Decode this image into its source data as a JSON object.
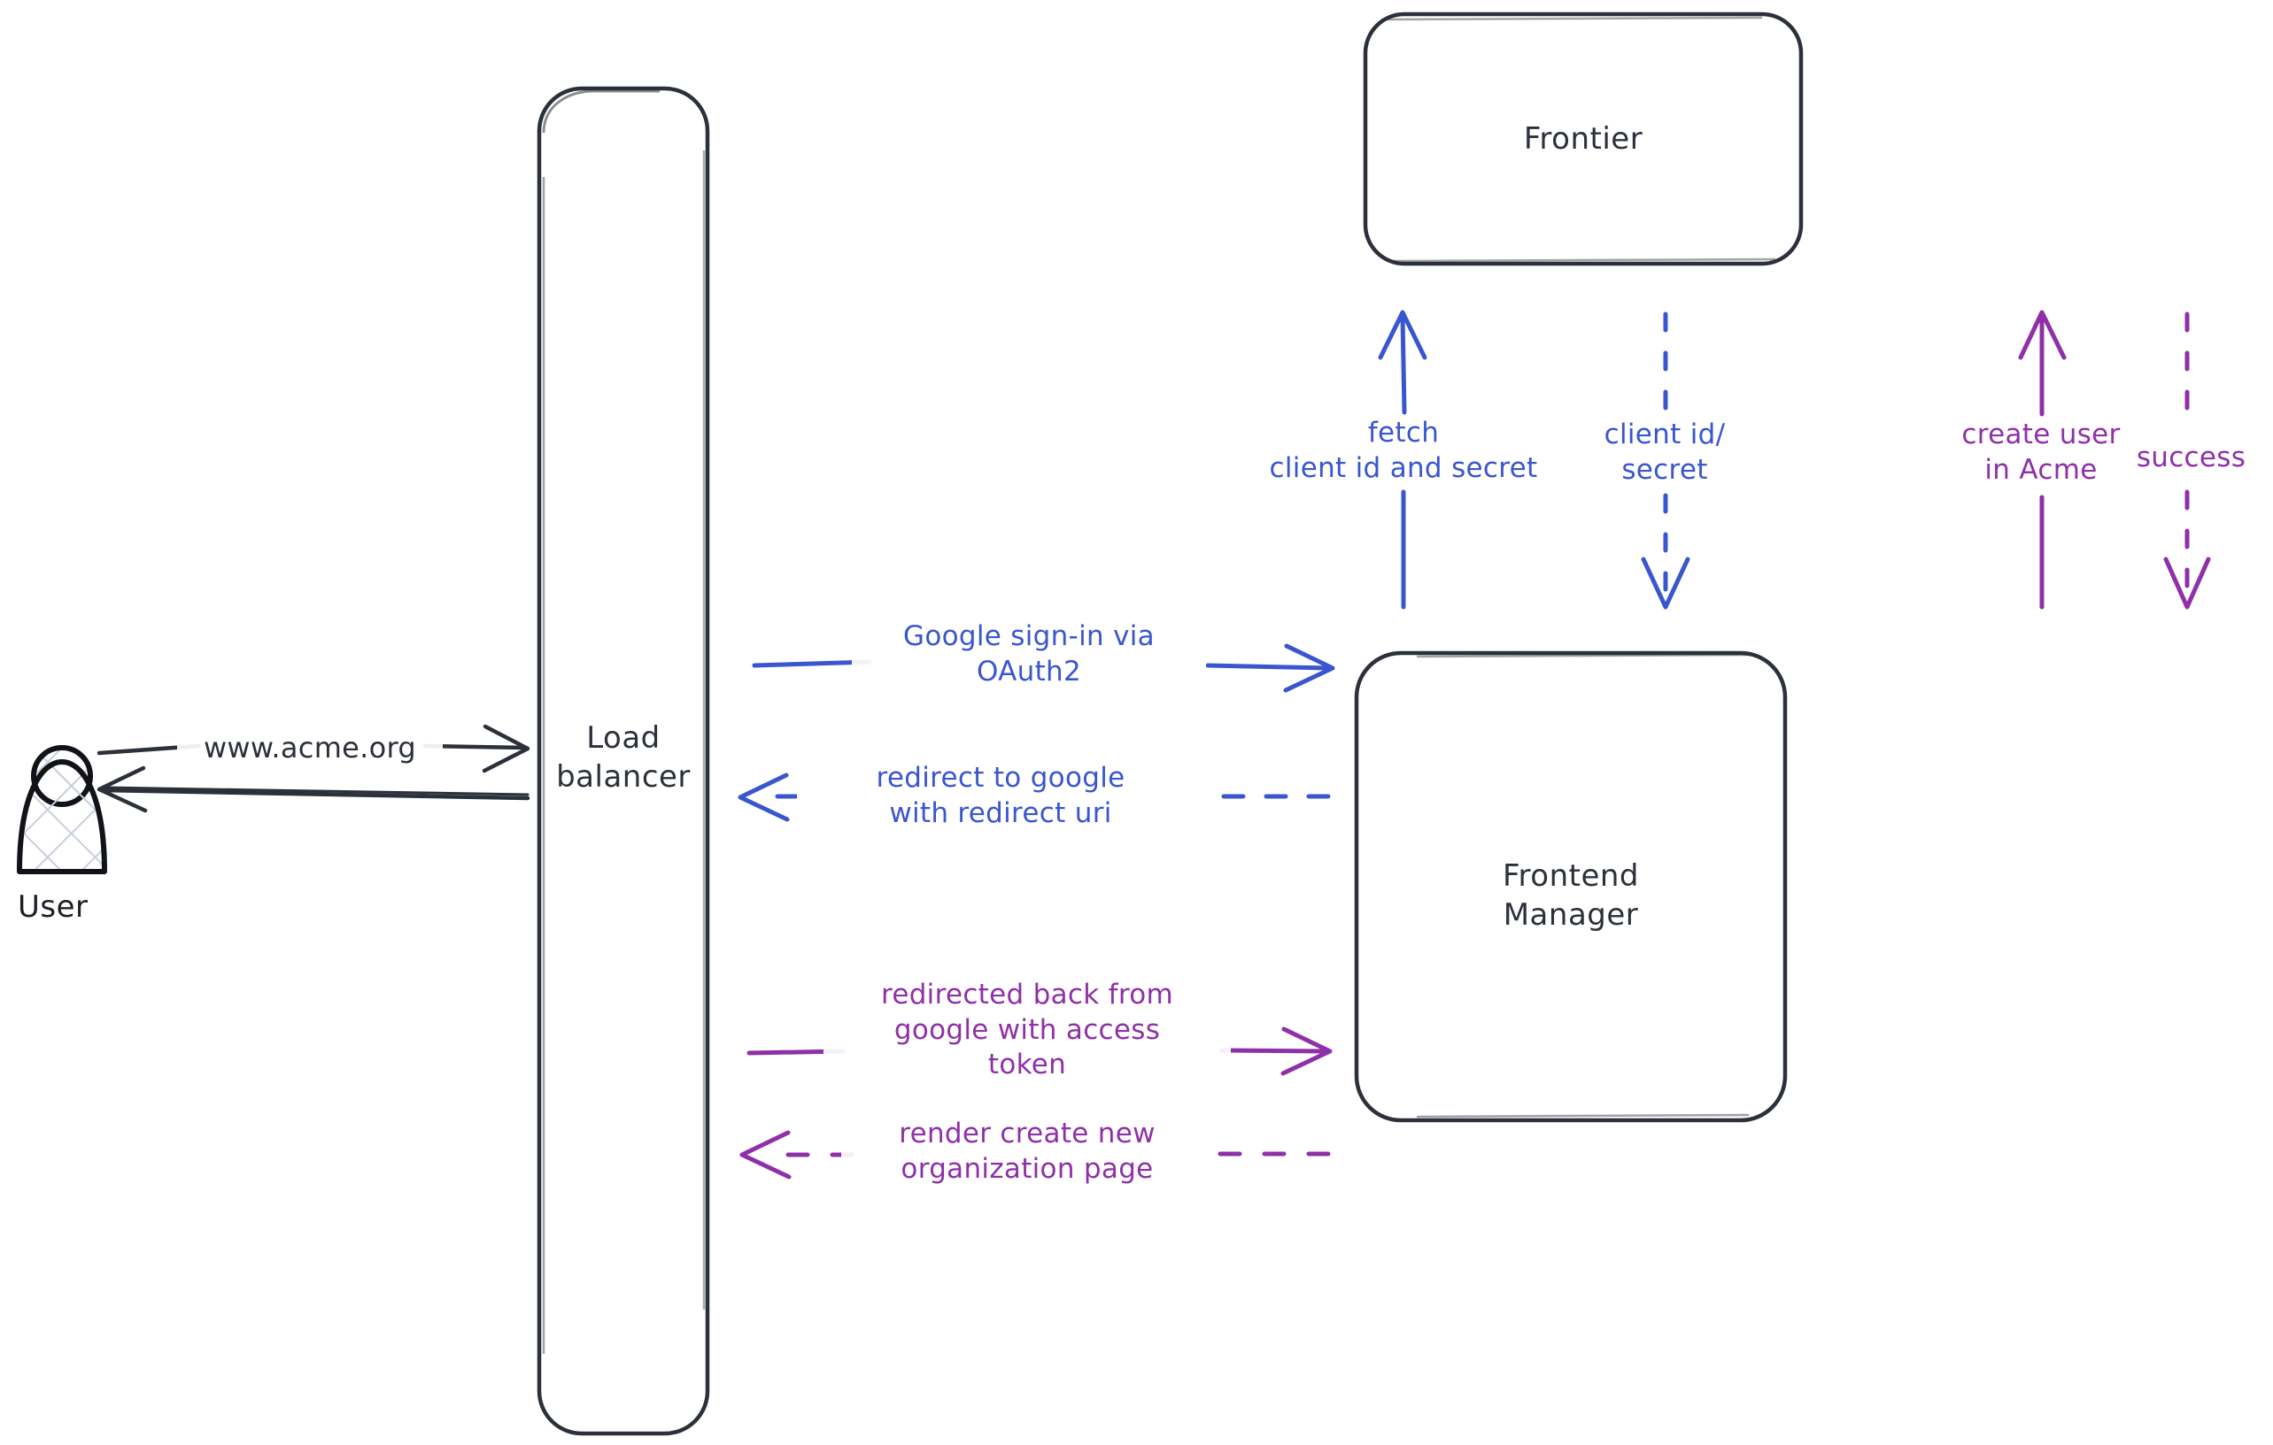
{
  "diagram": {
    "title": "Google OAuth2 sign-in sequence",
    "background": "#ffffff",
    "colors": {
      "stroke_dark": "#2b303a",
      "blue": "#3a56cf",
      "purple": "#8f30a8",
      "hatch": "#c8d0dd"
    }
  },
  "actors": [
    {
      "id": "user",
      "name": "user-actor",
      "label": "User"
    }
  ],
  "nodes": [
    {
      "id": "load_balancer",
      "label": "Load\nbalancer"
    },
    {
      "id": "frontier",
      "label": "Frontier"
    },
    {
      "id": "frontend_manager",
      "label": "Frontend\nManager"
    }
  ],
  "edges": [
    {
      "id": "user_to_lb",
      "label": "www.acme.org",
      "color": "#2b303a",
      "style": "solid",
      "direction": "right",
      "from": "user",
      "to": "load_balancer"
    },
    {
      "id": "lb_to_user",
      "label": "",
      "color": "#2b303a",
      "style": "solid",
      "direction": "left",
      "from": "load_balancer",
      "to": "user"
    },
    {
      "id": "lb_to_fm_signin",
      "label": "Google sign-in via\nOAuth2",
      "color": "#3a56cf",
      "style": "solid",
      "direction": "right",
      "from": "load_balancer",
      "to": "frontend_manager"
    },
    {
      "id": "fm_to_lb_redirect",
      "label": "redirect to google\nwith redirect uri",
      "color": "#3a56cf",
      "style": "dashed",
      "direction": "left",
      "from": "frontend_manager",
      "to": "load_balancer"
    },
    {
      "id": "lb_to_fm_token",
      "label": "redirected back from\ngoogle with access\ntoken",
      "color": "#8f30a8",
      "style": "solid",
      "direction": "right",
      "from": "load_balancer",
      "to": "frontend_manager"
    },
    {
      "id": "fm_to_lb_render",
      "label": "render create new\norganization page",
      "color": "#8f30a8",
      "style": "dashed",
      "direction": "left",
      "from": "frontend_manager",
      "to": "load_balancer"
    },
    {
      "id": "fm_to_frontier_fetch",
      "label": "fetch\nclient id and secret",
      "color": "#3a56cf",
      "style": "solid",
      "direction": "up",
      "from": "frontend_manager",
      "to": "frontier"
    },
    {
      "id": "frontier_to_fm_secret",
      "label": "client id/\nsecret",
      "color": "#3a56cf",
      "style": "dashed",
      "direction": "down",
      "from": "frontier",
      "to": "frontend_manager"
    },
    {
      "id": "fm_to_frontier_create",
      "label": "create user\nin Acme",
      "color": "#8f30a8",
      "style": "solid",
      "direction": "up",
      "from": "frontend_manager",
      "to": "frontier"
    },
    {
      "id": "frontier_to_fm_success",
      "label": "success",
      "color": "#8f30a8",
      "style": "dashed",
      "direction": "down",
      "from": "frontier",
      "to": "frontend_manager"
    }
  ]
}
